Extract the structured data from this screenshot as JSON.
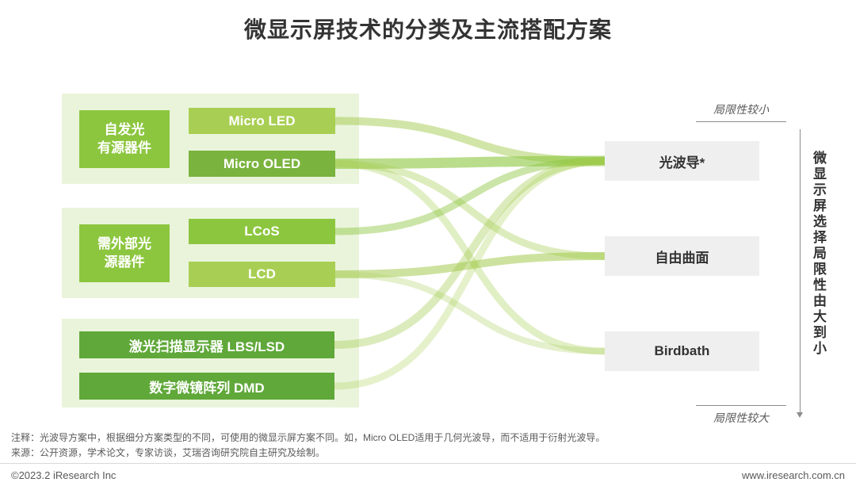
{
  "title": "微显示屏技术的分类及主流搭配方案",
  "left_groups": [
    {
      "label": "自发光\n有源器件",
      "items": [
        "Micro LED",
        "Micro OLED"
      ]
    },
    {
      "label": "需外部光\n源器件",
      "items": [
        "LCoS",
        "LCD"
      ]
    },
    {
      "label": "",
      "items": [
        "激光扫描显示器 LBS/LSD",
        "数字微镜阵列 DMD"
      ]
    }
  ],
  "right_nodes": [
    "光波导*",
    "自由曲面",
    "Birdbath"
  ],
  "axis": {
    "top_label": "局限性较小",
    "bottom_label": "局限性较大",
    "vertical_label": "微显示屏选择局限性由大到小"
  },
  "connections": [
    {
      "from": "micro-led",
      "to": "waveguide",
      "color": "#9bc63f",
      "opacity": 0.45,
      "width": 10
    },
    {
      "from": "micro-oled",
      "to": "waveguide",
      "color": "#8cc63f",
      "opacity": 0.6,
      "width": 13
    },
    {
      "from": "micro-oled",
      "to": "freeform",
      "color": "#aad05a",
      "opacity": 0.4,
      "width": 9
    },
    {
      "from": "micro-oled",
      "to": "birdbath",
      "color": "#aad05a",
      "opacity": 0.35,
      "width": 9
    },
    {
      "from": "lcos",
      "to": "waveguide",
      "color": "#8cc63f",
      "opacity": 0.45,
      "width": 9
    },
    {
      "from": "lcd",
      "to": "freeform",
      "color": "#9bc63f",
      "opacity": 0.5,
      "width": 10
    },
    {
      "from": "lcd",
      "to": "birdbath",
      "color": "#b3d56e",
      "opacity": 0.35,
      "width": 8
    },
    {
      "from": "lbs",
      "to": "waveguide",
      "color": "#9bc63f",
      "opacity": 0.35,
      "width": 10
    },
    {
      "from": "dmd",
      "to": "waveguide",
      "color": "#a8cf53",
      "opacity": 0.3,
      "width": 9
    }
  ],
  "colors": {
    "brand_green": "#8cc63f",
    "light_green_item": "#a8cf53",
    "dark_green_item": "#7ab33e",
    "solid_green_item": "#5fa839",
    "panel_green": "#eaf4db",
    "node_gray": "#efefef",
    "text_dark": "#333333",
    "text_gray": "#595959"
  },
  "notes": "注释：光波导方案中，根据细分方案类型的不同，可使用的微显示屏方案不同。如，Micro OLED适用于几何光波导，而不适用于衍射光波导。",
  "source": "来源：公开资源，学术论文，专家访谈，艾瑞咨询研究院自主研究及绘制。",
  "footer": {
    "left": "©2023.2 iResearch Inc",
    "right": "www.iresearch.com.cn"
  }
}
